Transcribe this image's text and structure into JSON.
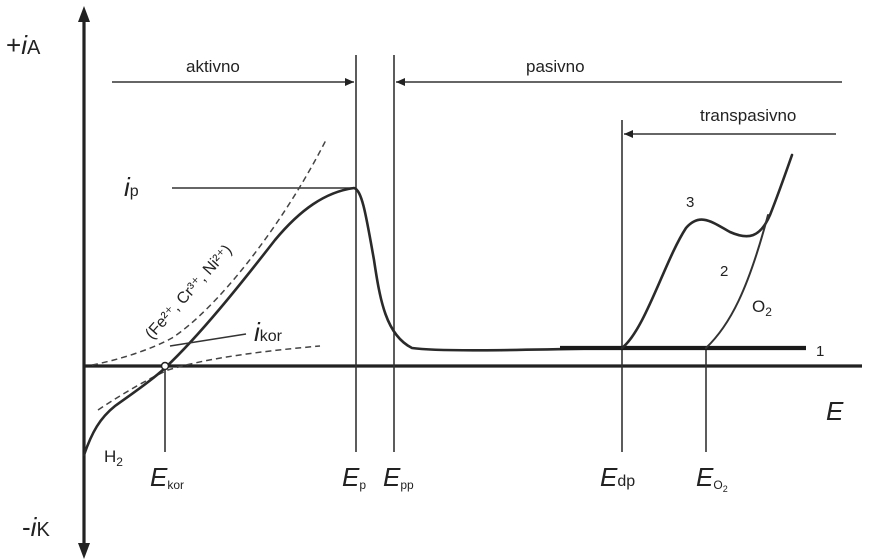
{
  "axes": {
    "y_positive_sign": "+",
    "y_positive_symbol": "i",
    "y_positive_sub": "A",
    "y_negative_sign": "-",
    "y_negative_symbol": "i",
    "y_negative_sub": "K",
    "x_label": "E"
  },
  "regions": {
    "active": "aktivno",
    "passive": "pasivno",
    "transpassive": "transpasivno"
  },
  "labels": {
    "ip_symbol": "i",
    "ip_sub": "p",
    "ikor_symbol": "i",
    "ikor_sub": "kor",
    "ions": "(Fe²⁺, Cr³⁺, Ni²⁺)",
    "h2": "H",
    "h2_sub": "2",
    "o2": "O",
    "o2_sub": "2",
    "curve_1": "1",
    "curve_2": "2",
    "curve_3": "3"
  },
  "potentials": {
    "ekor_symbol": "E",
    "ekor_sub": "kor",
    "ep_symbol": "E",
    "ep_sub": "p",
    "epp_symbol": "E",
    "epp_sub": "pp",
    "edp_symbol": "E",
    "edp_sub": "dp",
    "eo2_symbol": "E",
    "eo2_sub": "O",
    "eo2_subsub": "2"
  }
}
